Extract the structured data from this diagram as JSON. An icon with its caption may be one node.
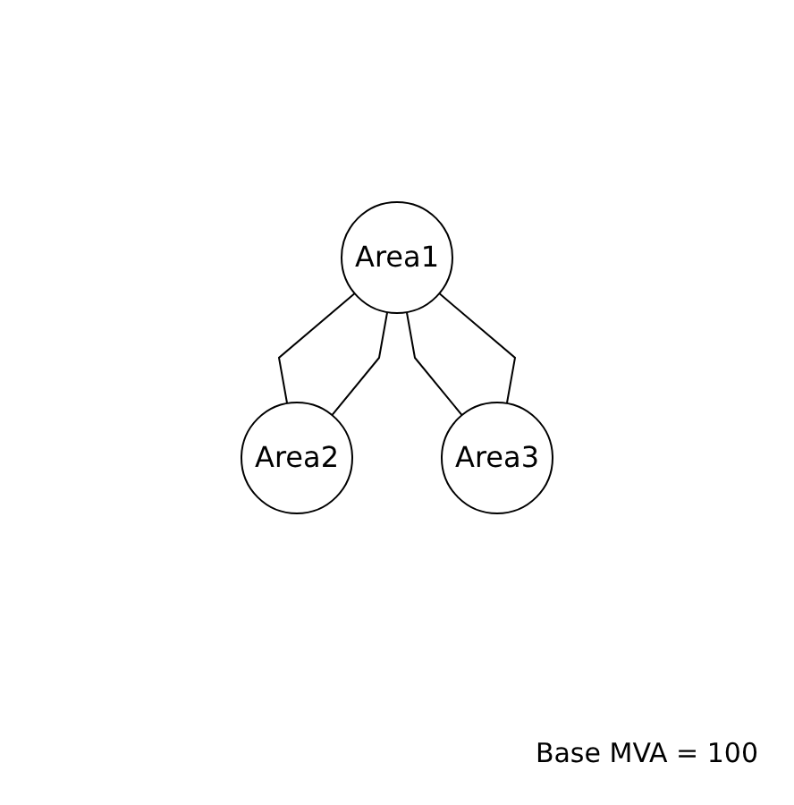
{
  "diagram": {
    "nodes": [
      {
        "text": [
          "Area1"
        ]
      },
      {
        "text": [
          "Area2"
        ]
      },
      {
        "text": [
          "Area3"
        ]
      }
    ],
    "edges": [
      {
        "from": 0,
        "to": 1,
        "arrow": "none"
      },
      {
        "from": 0,
        "to": 1,
        "arrow": "none"
      },
      {
        "from": 0,
        "to": 2,
        "arrow": "none"
      },
      {
        "from": 0,
        "to": 2,
        "arrow": "none"
      }
    ],
    "labels": [
      "Base MVA = 100"
    ]
  }
}
